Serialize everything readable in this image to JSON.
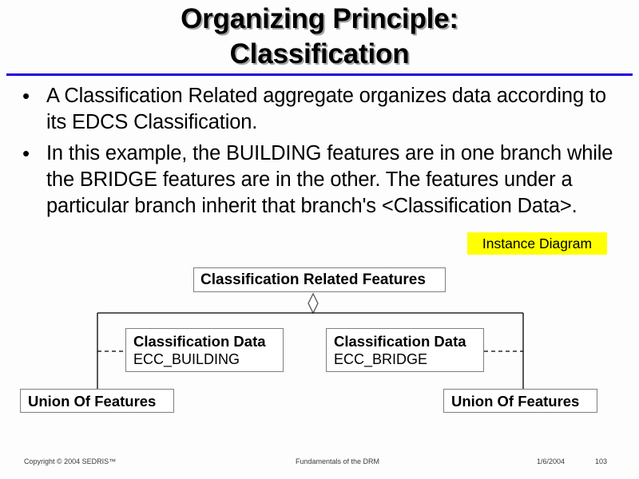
{
  "slide": {
    "title_lines": [
      "Organizing Principle:",
      "Classification"
    ],
    "rule_color": "#2200dd",
    "background_color": "#fdfdfe"
  },
  "body": {
    "bullets": [
      {
        "marker": "•",
        "text": "A Classification Related aggregate organizes data according to its EDCS Classification."
      },
      {
        "marker": "•",
        "text": "In this example, the BUILDING features are in one branch while the BRIDGE features are in the other. The features under a particular branch inherit that branch's <Classification Data>."
      }
    ]
  },
  "badge": {
    "label": "Instance Diagram",
    "background_color": "#ffff00",
    "text_color": "#000000"
  },
  "diagram": {
    "border_color": "#7f7f7f",
    "line_color": "#000000",
    "nodes": {
      "root": {
        "title": "Classification Related Features"
      },
      "classification_data_building": {
        "title": "Classification Data",
        "subtitle": "ECC_BUILDING"
      },
      "classification_data_bridge": {
        "title": "Classification Data",
        "subtitle": "ECC_BRIDGE"
      },
      "union_left": {
        "title": "Union Of Features"
      },
      "union_right": {
        "title": "Union Of Features"
      }
    }
  },
  "footer": {
    "copyright": "Copyright © 2004 SEDRIS™",
    "center": "Fundamentals of the DRM",
    "date": "1/6/2004",
    "page_number": "103"
  }
}
